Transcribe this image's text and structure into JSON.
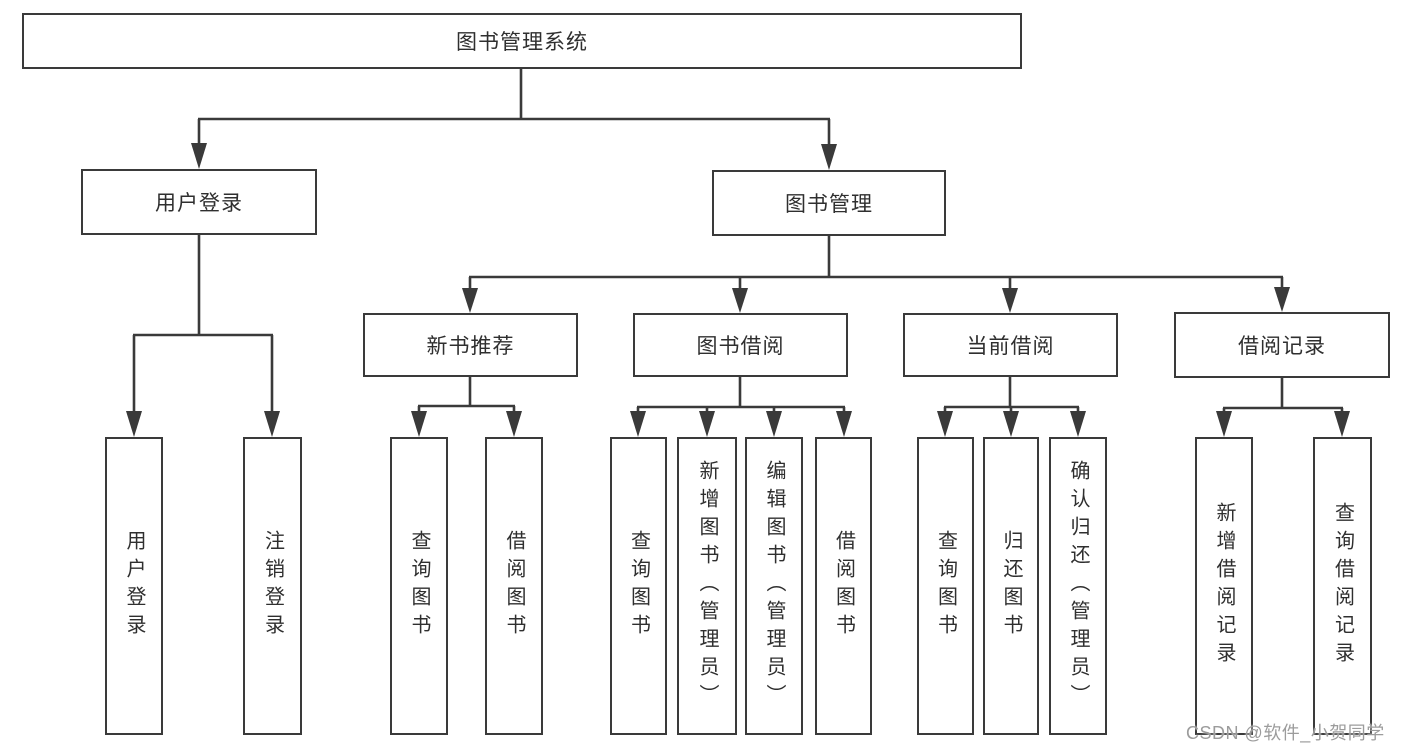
{
  "diagram_title": "图书管理系统",
  "watermark": "CSDN @软件_小贺同学",
  "colors": {
    "line": "#3a3a3a",
    "box_border": "#3a3a3a",
    "text": "#2f2f2f",
    "watermark": "#9c9c9c",
    "background": "#ffffff"
  },
  "hierarchy": {
    "label": "图书管理系统",
    "children": [
      {
        "label": "用户登录",
        "children": [
          {
            "label": "用户登录"
          },
          {
            "label": "注销登录"
          }
        ]
      },
      {
        "label": "图书管理",
        "children": [
          {
            "label": "新书推荐",
            "children": [
              {
                "label": "查询图书"
              },
              {
                "label": "借阅图书"
              }
            ]
          },
          {
            "label": "图书借阅",
            "children": [
              {
                "label": "查询图书"
              },
              {
                "label": "新增图书（管理员）"
              },
              {
                "label": "编辑图书（管理员）"
              },
              {
                "label": "借阅图书"
              }
            ]
          },
          {
            "label": "当前借阅",
            "children": [
              {
                "label": "查询图书"
              },
              {
                "label": "归还图书"
              },
              {
                "label": "确认归还（管理员）"
              }
            ]
          },
          {
            "label": "借阅记录",
            "children": [
              {
                "label": "新增借阅记录"
              },
              {
                "label": "查询借阅记录"
              }
            ]
          }
        ]
      }
    ]
  }
}
